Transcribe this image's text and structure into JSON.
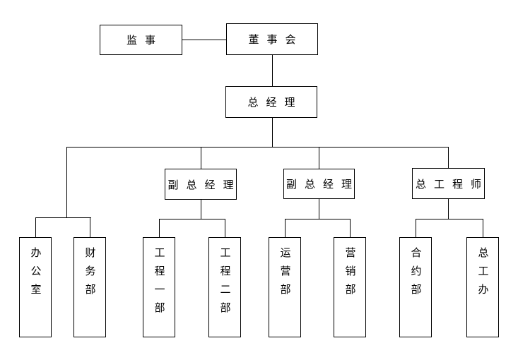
{
  "diagram": {
    "type": "org-chart",
    "colors": {
      "line": "#000000",
      "text": "#000000",
      "background": "#ffffff"
    },
    "nodes": {
      "supervisor": {
        "label": "监事",
        "orientation": "horizontal"
      },
      "board": {
        "label": "董事会",
        "orientation": "horizontal"
      },
      "general_manager": {
        "label": "总经理",
        "orientation": "horizontal"
      },
      "deputy_gm_1": {
        "label": "副总经理",
        "orientation": "horizontal"
      },
      "deputy_gm_2": {
        "label": "副总经理",
        "orientation": "horizontal"
      },
      "chief_engineer": {
        "label": "总工程师",
        "orientation": "horizontal"
      },
      "office": {
        "label": "办公室",
        "orientation": "vertical"
      },
      "finance_dept": {
        "label": "财务部",
        "orientation": "vertical"
      },
      "engineering_dept_1": {
        "label": "工程一部",
        "orientation": "vertical"
      },
      "engineering_dept_2": {
        "label": "工程二部",
        "orientation": "vertical"
      },
      "operations_dept": {
        "label": "运营部",
        "orientation": "vertical"
      },
      "marketing_dept": {
        "label": "营销部",
        "orientation": "vertical"
      },
      "contract_dept": {
        "label": "合约部",
        "orientation": "vertical"
      },
      "chief_engineer_office": {
        "label": "总工办",
        "orientation": "vertical"
      }
    },
    "edges": [
      {
        "from": "board",
        "to": "supervisor",
        "style": "lateral"
      },
      {
        "from": "board",
        "to": "general_manager"
      },
      {
        "from": "general_manager",
        "to": "deputy_gm_1"
      },
      {
        "from": "general_manager",
        "to": "deputy_gm_2"
      },
      {
        "from": "general_manager",
        "to": "chief_engineer"
      },
      {
        "from": "general_manager",
        "to": "office"
      },
      {
        "from": "general_manager",
        "to": "finance_dept"
      },
      {
        "from": "deputy_gm_1",
        "to": "engineering_dept_1"
      },
      {
        "from": "deputy_gm_1",
        "to": "engineering_dept_2"
      },
      {
        "from": "deputy_gm_2",
        "to": "operations_dept"
      },
      {
        "from": "deputy_gm_2",
        "to": "marketing_dept"
      },
      {
        "from": "chief_engineer",
        "to": "contract_dept"
      },
      {
        "from": "chief_engineer",
        "to": "chief_engineer_office"
      }
    ]
  }
}
